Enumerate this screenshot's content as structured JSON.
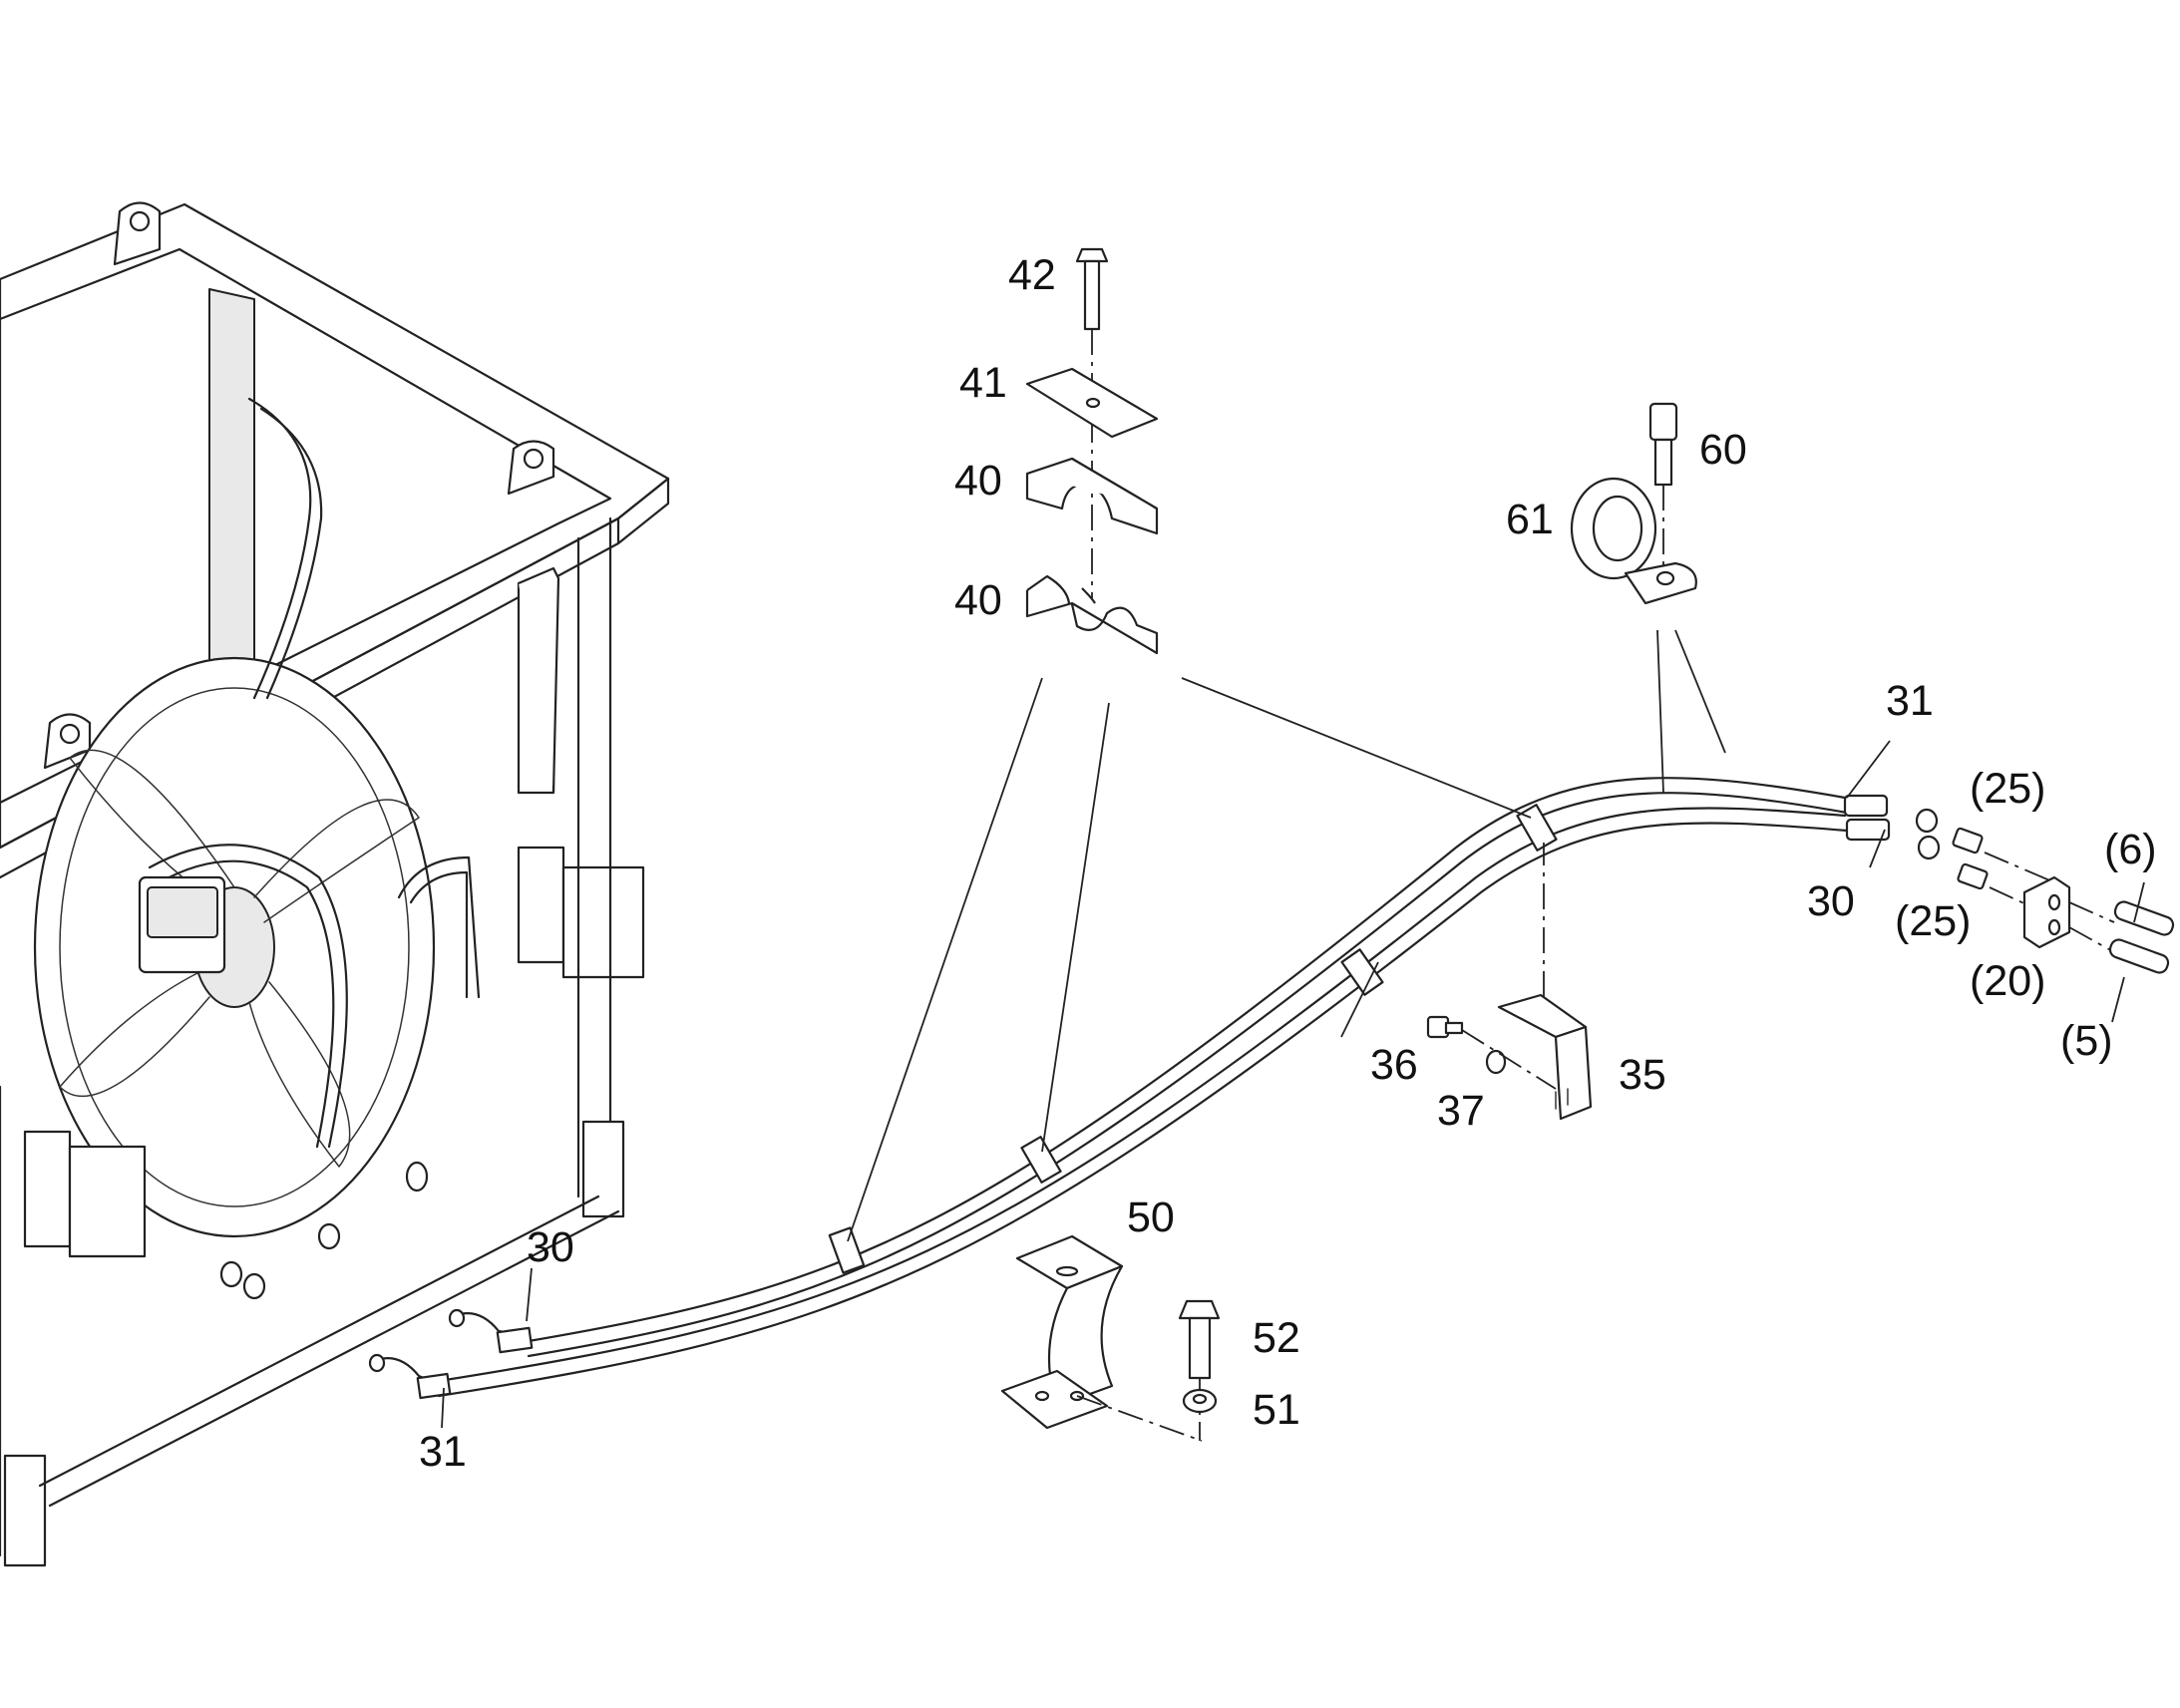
{
  "diagram": {
    "labels": {
      "l42": "42",
      "l41": "41",
      "l40a": "40",
      "l40b": "40",
      "l60": "60",
      "l61": "61",
      "l31_top": "31",
      "l25_top": "(25)",
      "l6": "(6)",
      "l30_right": "30",
      "l25_bottom": "(25)",
      "l20": "(20)",
      "l5": "(5)",
      "l36": "36",
      "l35": "35",
      "l37": "37",
      "l50": "50",
      "l52": "52",
      "l51": "51",
      "l30_left": "30",
      "l31_left": "31"
    }
  }
}
